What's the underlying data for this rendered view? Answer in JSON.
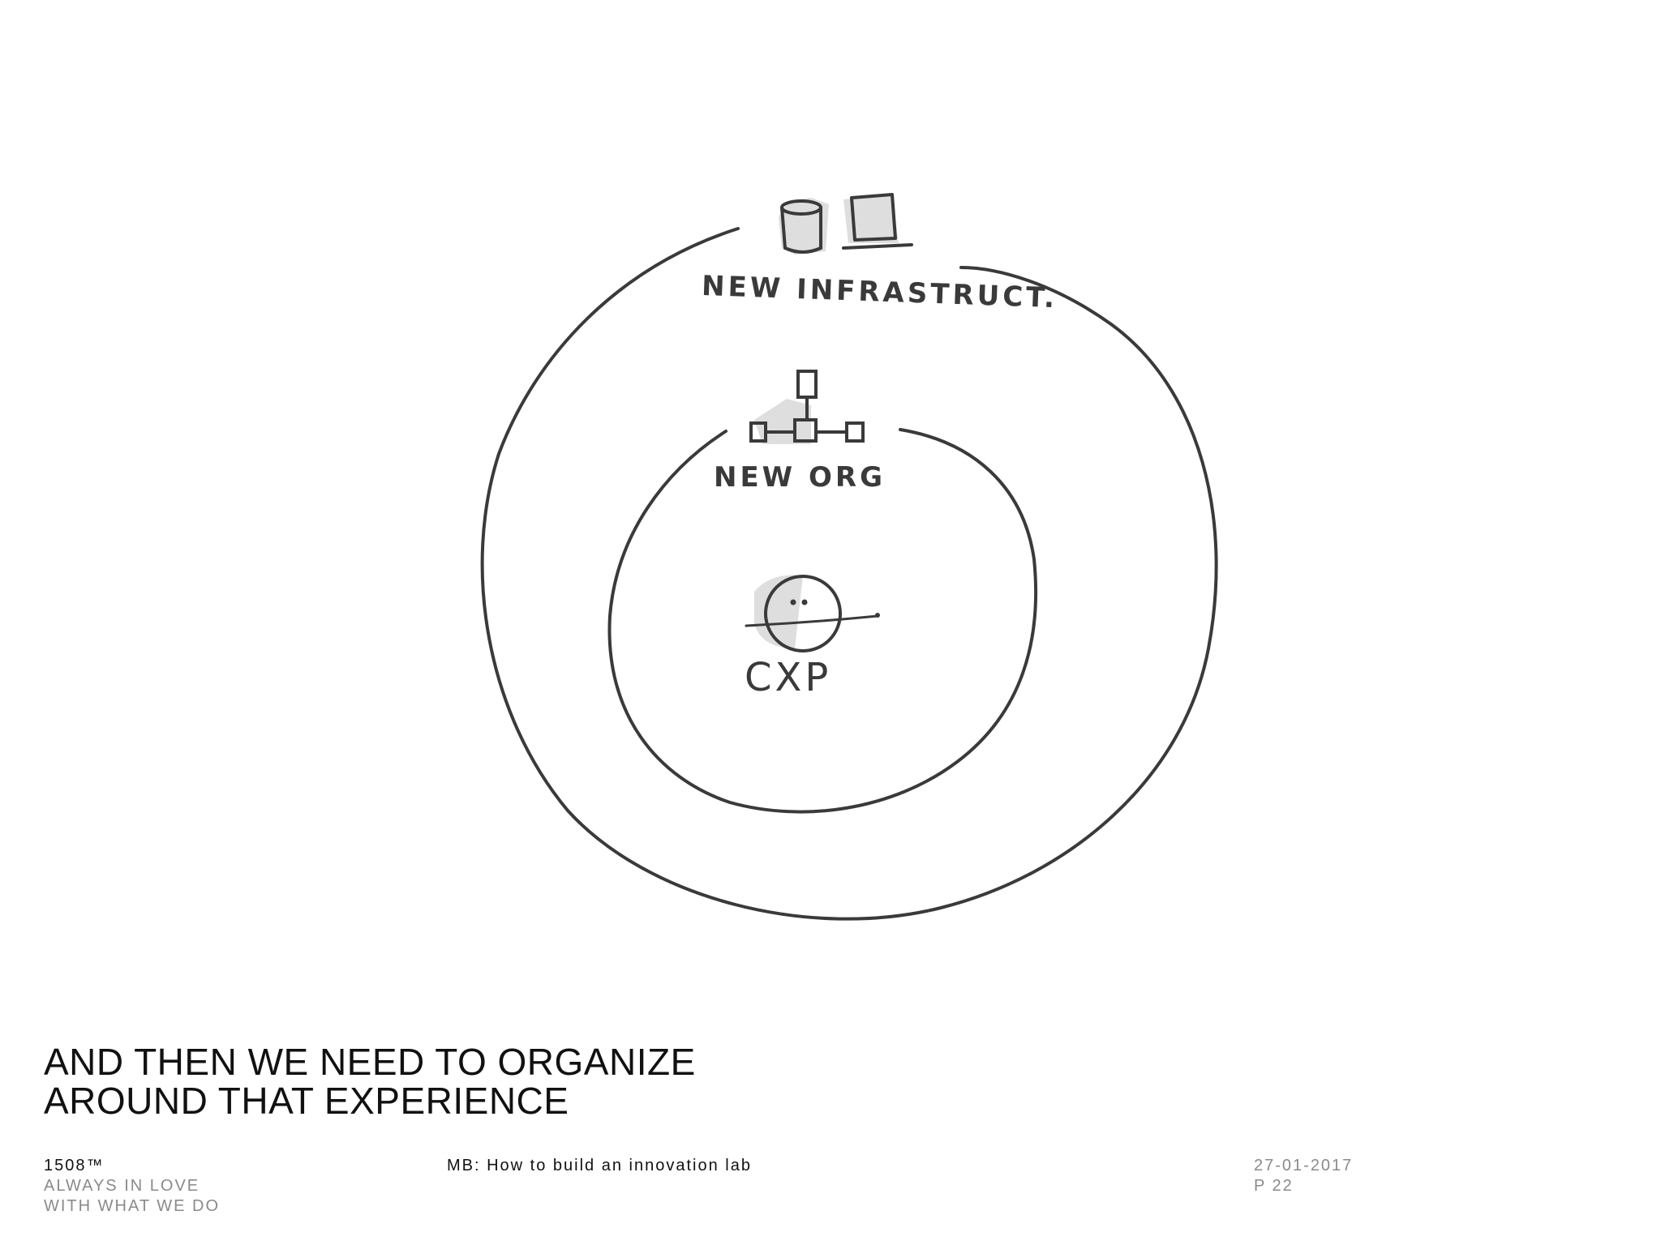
{
  "sketch": {
    "outer_label": "NEW INFRASTRUCT.",
    "middle_label": "NEW ORG",
    "inner_label": "CXP"
  },
  "headline": {
    "line1": "AND THEN WE NEED TO ORGANIZE",
    "line2": "AROUND THAT EXPERIENCE"
  },
  "footer": {
    "brand": "1508™",
    "tagline_line1": "ALWAYS IN  LOVE",
    "tagline_line2": "WITH WHAT WE DO",
    "doc_title": "MB: How to build an innovation lab",
    "date": "27-01-2017",
    "page": "P 22"
  },
  "colors": {
    "ink": "#3a3a3a",
    "text": "#111111",
    "muted": "#8a8a8a",
    "highlight": "#dedede"
  }
}
